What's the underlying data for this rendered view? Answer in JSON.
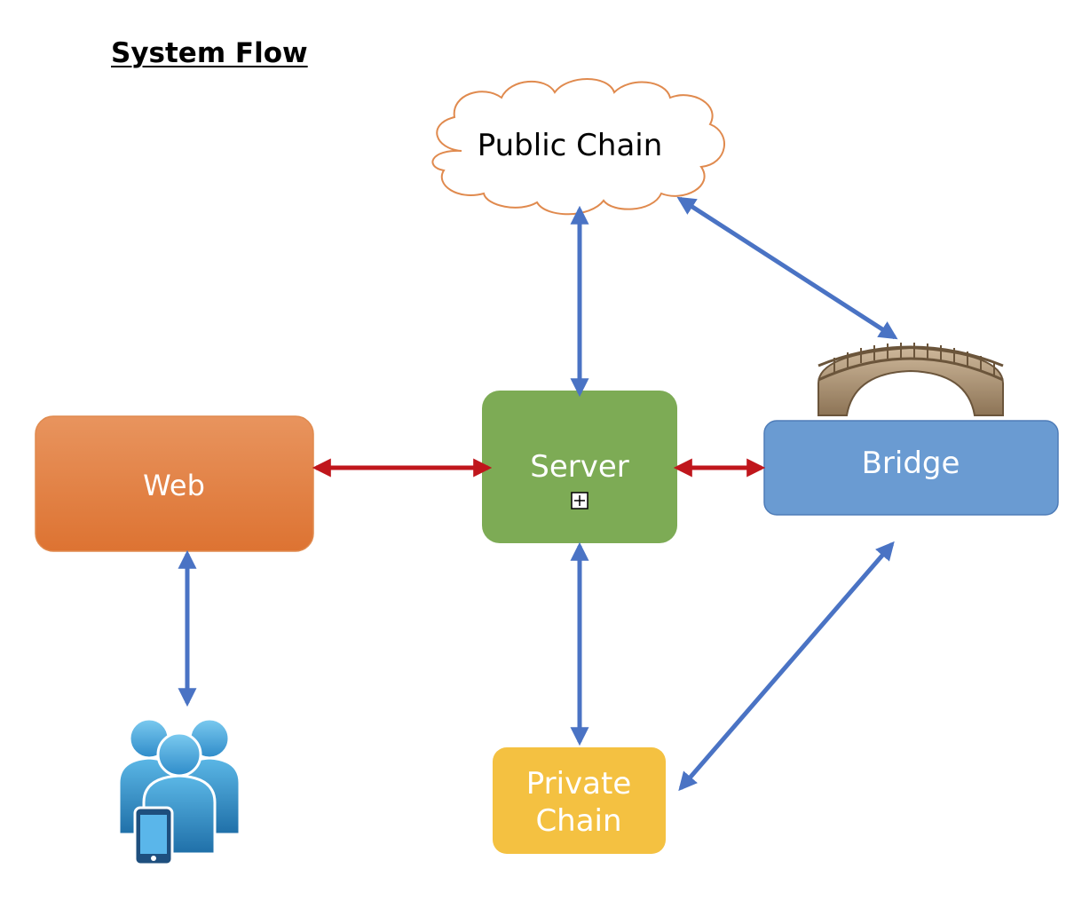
{
  "title": "System Flow",
  "nodes": {
    "public_chain": "Public Chain",
    "web": "Web",
    "server": "Server",
    "bridge": "Bridge",
    "private_chain_line1": "Private",
    "private_chain_line2": "Chain"
  },
  "server_expand_glyph": "⊞",
  "icons": {
    "bridge": "bridge-icon",
    "users": "users-with-phone-icon"
  },
  "colors": {
    "web_fill": "#E57C3A",
    "server_fill": "#7DAB55",
    "bridge_fill": "#6A9BD2",
    "private_chain_fill": "#F4C141",
    "cloud_stroke": "#E08A4E",
    "connector_blue": "#4A73C4",
    "connector_red": "#C0161C"
  }
}
